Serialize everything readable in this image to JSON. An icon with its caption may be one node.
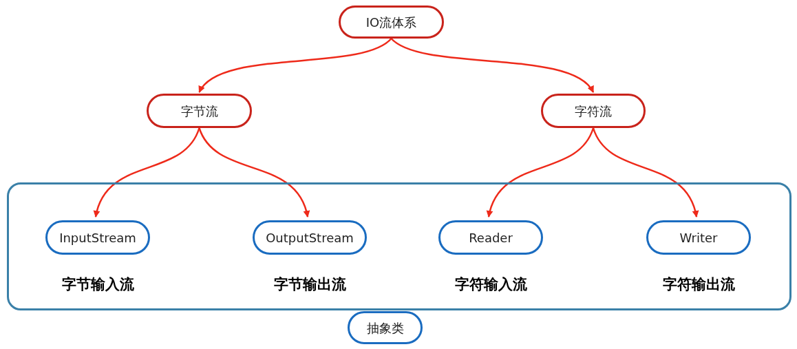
{
  "diagram": {
    "nodes": [
      {
        "text": [
          "IO流体系"
        ]
      },
      {
        "text": [
          "字节流"
        ]
      },
      {
        "text": [
          "字符流"
        ]
      },
      {
        "text": [],
        "shape": "box"
      },
      {
        "text": [
          "InputStream"
        ],
        "in": 3,
        "beside": [
          "字节输入流"
        ]
      },
      {
        "text": [
          "OutputStream"
        ],
        "in": 3,
        "beside": [
          "字节输出流"
        ]
      },
      {
        "text": [
          "Reader"
        ],
        "in": 3,
        "beside": [
          "字符输入流"
        ]
      },
      {
        "text": [
          "Writer"
        ],
        "in": 3,
        "beside": [
          "字符输出流"
        ]
      },
      {
        "text": [
          "抽象类"
        ]
      }
    ],
    "edges": [
      {
        "from": 0,
        "to": 1,
        "arrow": "to"
      },
      {
        "from": 0,
        "to": 2,
        "arrow": "to"
      },
      {
        "from": 1,
        "to": 4,
        "arrow": "to"
      },
      {
        "from": 1,
        "to": 5,
        "arrow": "to"
      },
      {
        "from": 2,
        "to": 6,
        "arrow": "to"
      },
      {
        "from": 2,
        "to": 7,
        "arrow": "to"
      }
    ]
  }
}
